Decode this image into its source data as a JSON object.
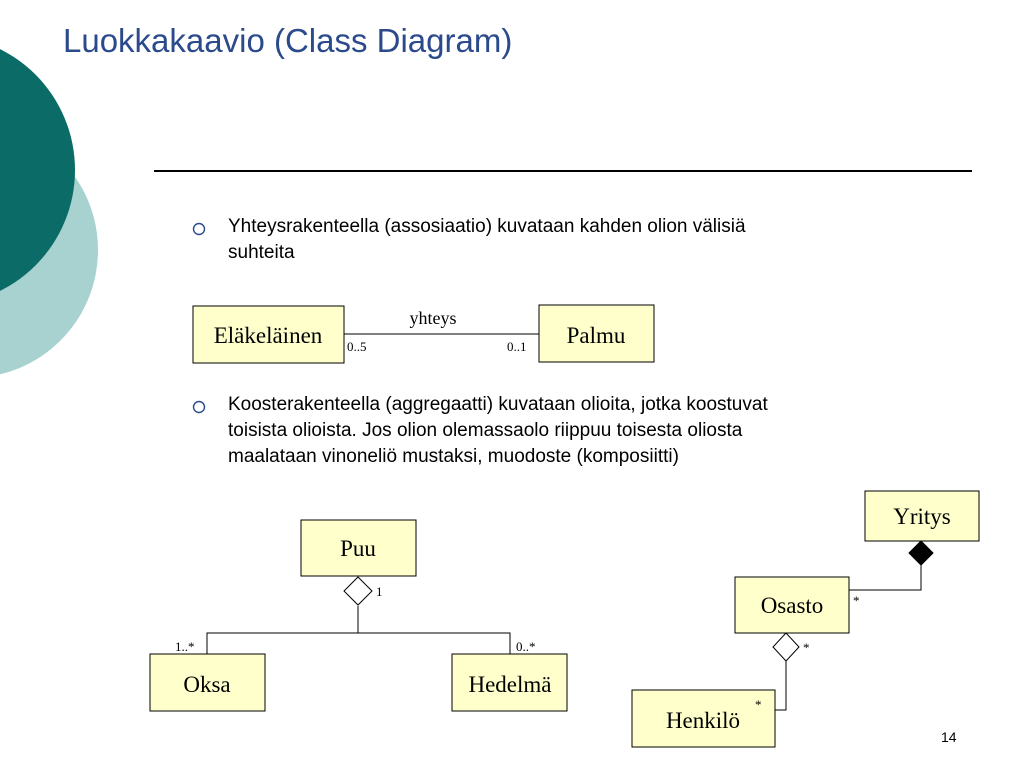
{
  "slide": {
    "title": "Luokkakaavio (Class Diagram)",
    "page_number": "14",
    "colors": {
      "title": "#2a4a8c",
      "dark_teal": "#0b6b66",
      "light_teal": "#a8d2d0",
      "class_fill": "#ffffcc"
    }
  },
  "bullets": [
    {
      "lines": [
        "Yhteysrakenteella (assosiaatio) kuvataan kahden olion välisiä",
        "suhteita"
      ]
    },
    {
      "lines": [
        "Koosterakenteella (aggregaatti) kuvataan olioita, jotka koostuvat",
        "toisista olioista. Jos olion olemassaolo riippuu toisesta oliosta",
        "maalataan vinoneliö mustaksi, muodoste (komposiitti)"
      ]
    }
  ],
  "association": {
    "left_class": "Eläkeläinen",
    "right_class": "Palmu",
    "name": "yhteys",
    "left_multiplicity": "0..5",
    "right_multiplicity": "0..1"
  },
  "aggregation": {
    "whole": "Puu",
    "whole_multiplicity": "1",
    "parts": [
      {
        "name": "Oksa",
        "multiplicity": "1..*"
      },
      {
        "name": "Hedelmä",
        "multiplicity": "0..*"
      }
    ]
  },
  "composition": {
    "whole": "Yritys",
    "middle": "Osasto",
    "middle_multiplicity": "*",
    "middle_aggregate_multiplicity": "*",
    "part": "Henkilö",
    "part_multiplicity": "*"
  }
}
